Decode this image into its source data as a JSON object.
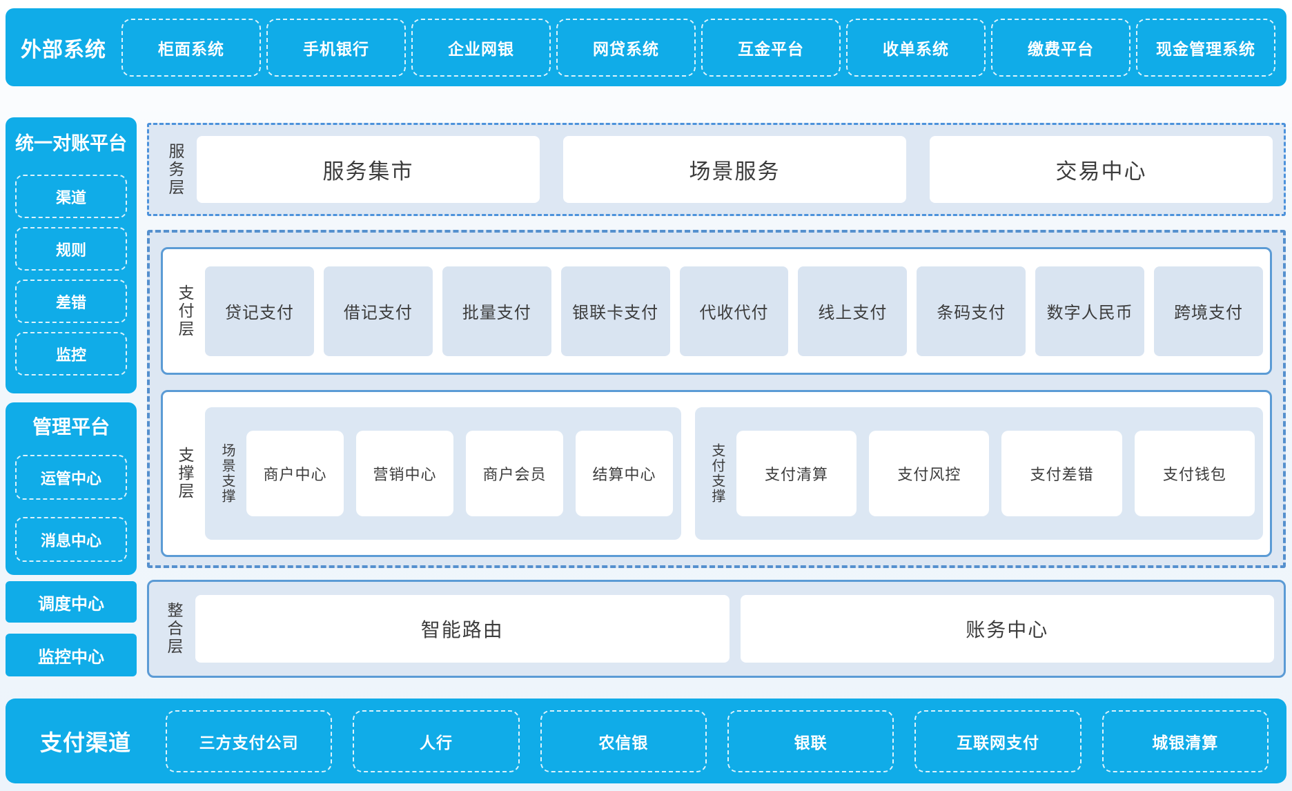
{
  "colors": {
    "accent_blue": "#10ACE8",
    "panel_bg": "#DDE7F3",
    "item_bg": "#D9E4F1",
    "solid_border_blue": "#5B9BD5",
    "dashed_border_blue": "#4C92DB",
    "text_dark": "#3C3C3C",
    "text_on_blue": "#FFFFFF"
  },
  "top_bar": {
    "title": "外部系统",
    "items": [
      "柜面系统",
      "手机银行",
      "企业网银",
      "网贷系统",
      "互金平台",
      "收单系统",
      "缴费平台",
      "现金管理系统"
    ]
  },
  "sidebar": {
    "recon": {
      "title": "统一对账平台",
      "items": [
        "渠道",
        "规则",
        "差错",
        "监控"
      ]
    },
    "mgmt": {
      "title": "管理平台",
      "items": [
        "运管中心",
        "消息中心"
      ]
    },
    "dispatch_center": "调度中心",
    "monitor_center": "监控中心"
  },
  "service_layer": {
    "label": "服务层",
    "items": [
      "服务集市",
      "场景服务",
      "交易中心"
    ]
  },
  "payment_layer": {
    "label": "支付层",
    "items": [
      "贷记支付",
      "借记支付",
      "批量支付",
      "银联卡支付",
      "代收代付",
      "线上支付",
      "条码支付",
      "数字人民币",
      "跨境支付"
    ]
  },
  "support_layer": {
    "label": "支撑层",
    "groups": [
      {
        "label": "场景支撑",
        "items": [
          "商户中心",
          "营销中心",
          "商户会员",
          "结算中心"
        ]
      },
      {
        "label": "支付支撑",
        "items": [
          "支付清算",
          "支付风控",
          "支付差错",
          "支付钱包"
        ]
      }
    ]
  },
  "integration_layer": {
    "label": "整合层",
    "items": [
      "智能路由",
      "账务中心"
    ]
  },
  "bottom_bar": {
    "title": "支付渠道",
    "items": [
      "三方支付公司",
      "人行",
      "农信银",
      "银联",
      "互联网支付",
      "城银清算"
    ]
  }
}
